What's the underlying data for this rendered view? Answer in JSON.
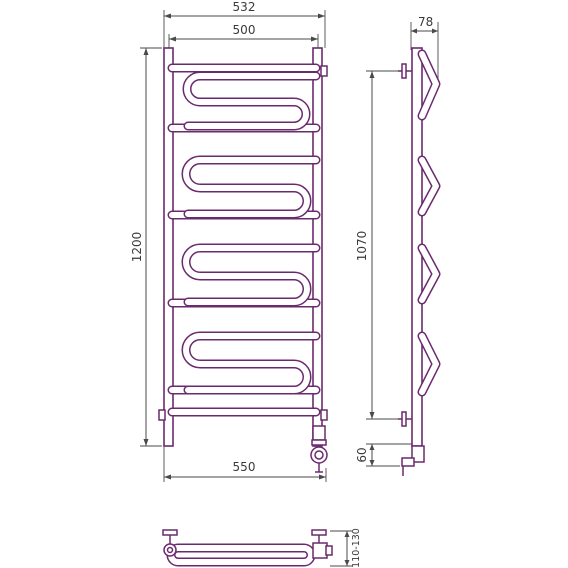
{
  "dimensions": {
    "overall_width": "532",
    "inner_width": "500",
    "height": "1200",
    "bottom_width": "550",
    "side_depth": "78",
    "mount_spacing": "1070",
    "bottom_offset": "60",
    "top_depth": "110-130"
  },
  "colors": {
    "outline": "#6a2a6e",
    "dimension": "#4a4a4a"
  }
}
